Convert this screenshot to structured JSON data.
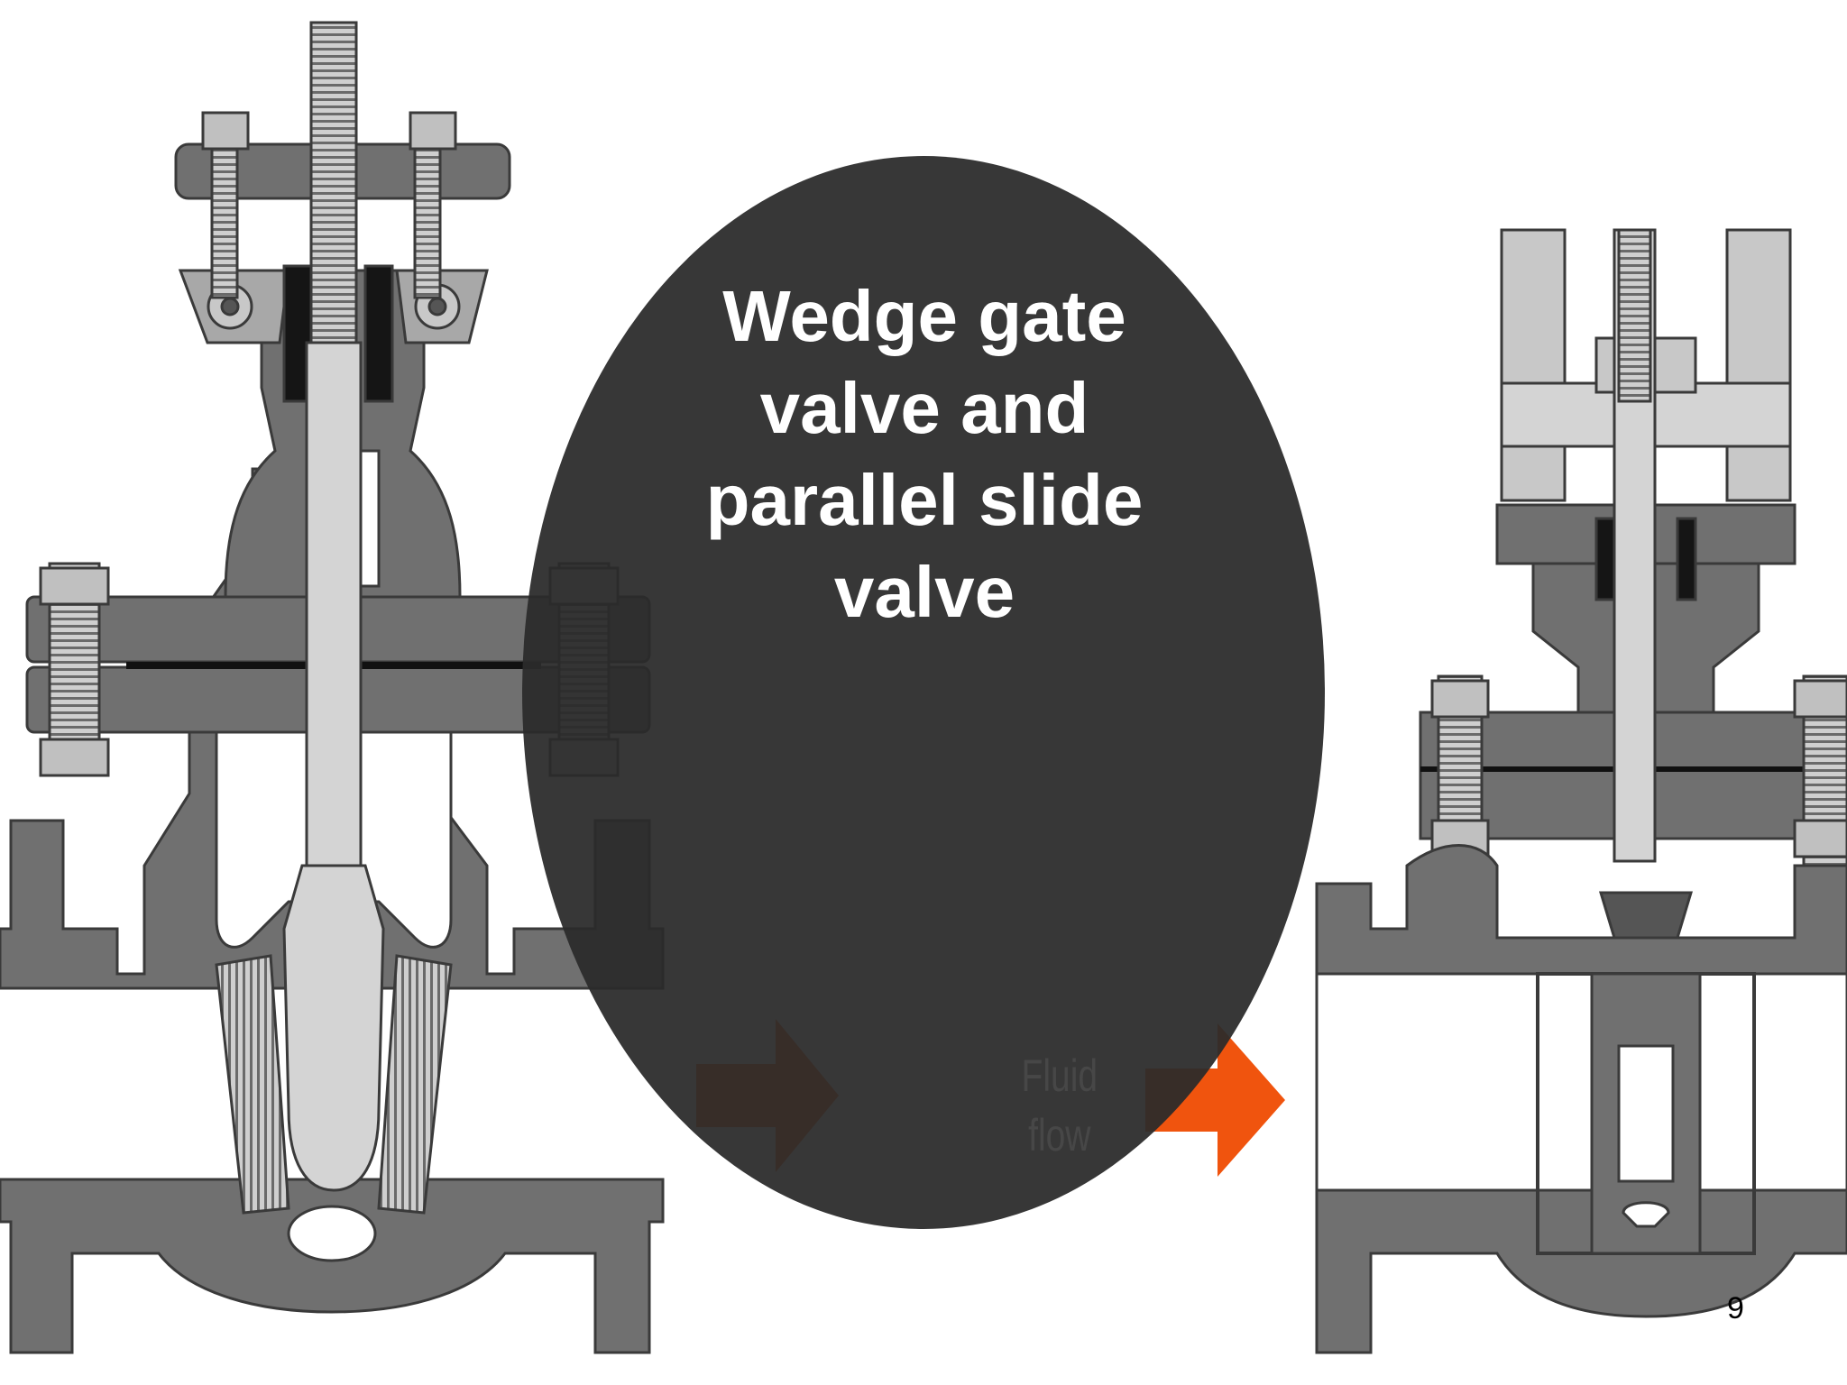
{
  "slide": {
    "title_lines": [
      "Wedge gate",
      "valve and",
      "parallel slide",
      "valve"
    ],
    "fluid_flow_lines": [
      "Fluid",
      "flow"
    ],
    "page_number": "9"
  },
  "colors": {
    "casting_dark": "#6e6e6e",
    "casting_mid": "#9a9a9a",
    "casting_light": "#c8c8c8",
    "bore_white": "#ffffff",
    "ellipse_overlay": "#2b2b2b",
    "flow_arrow": "#f0540e"
  },
  "icons": [
    "flow-arrow-icon"
  ]
}
